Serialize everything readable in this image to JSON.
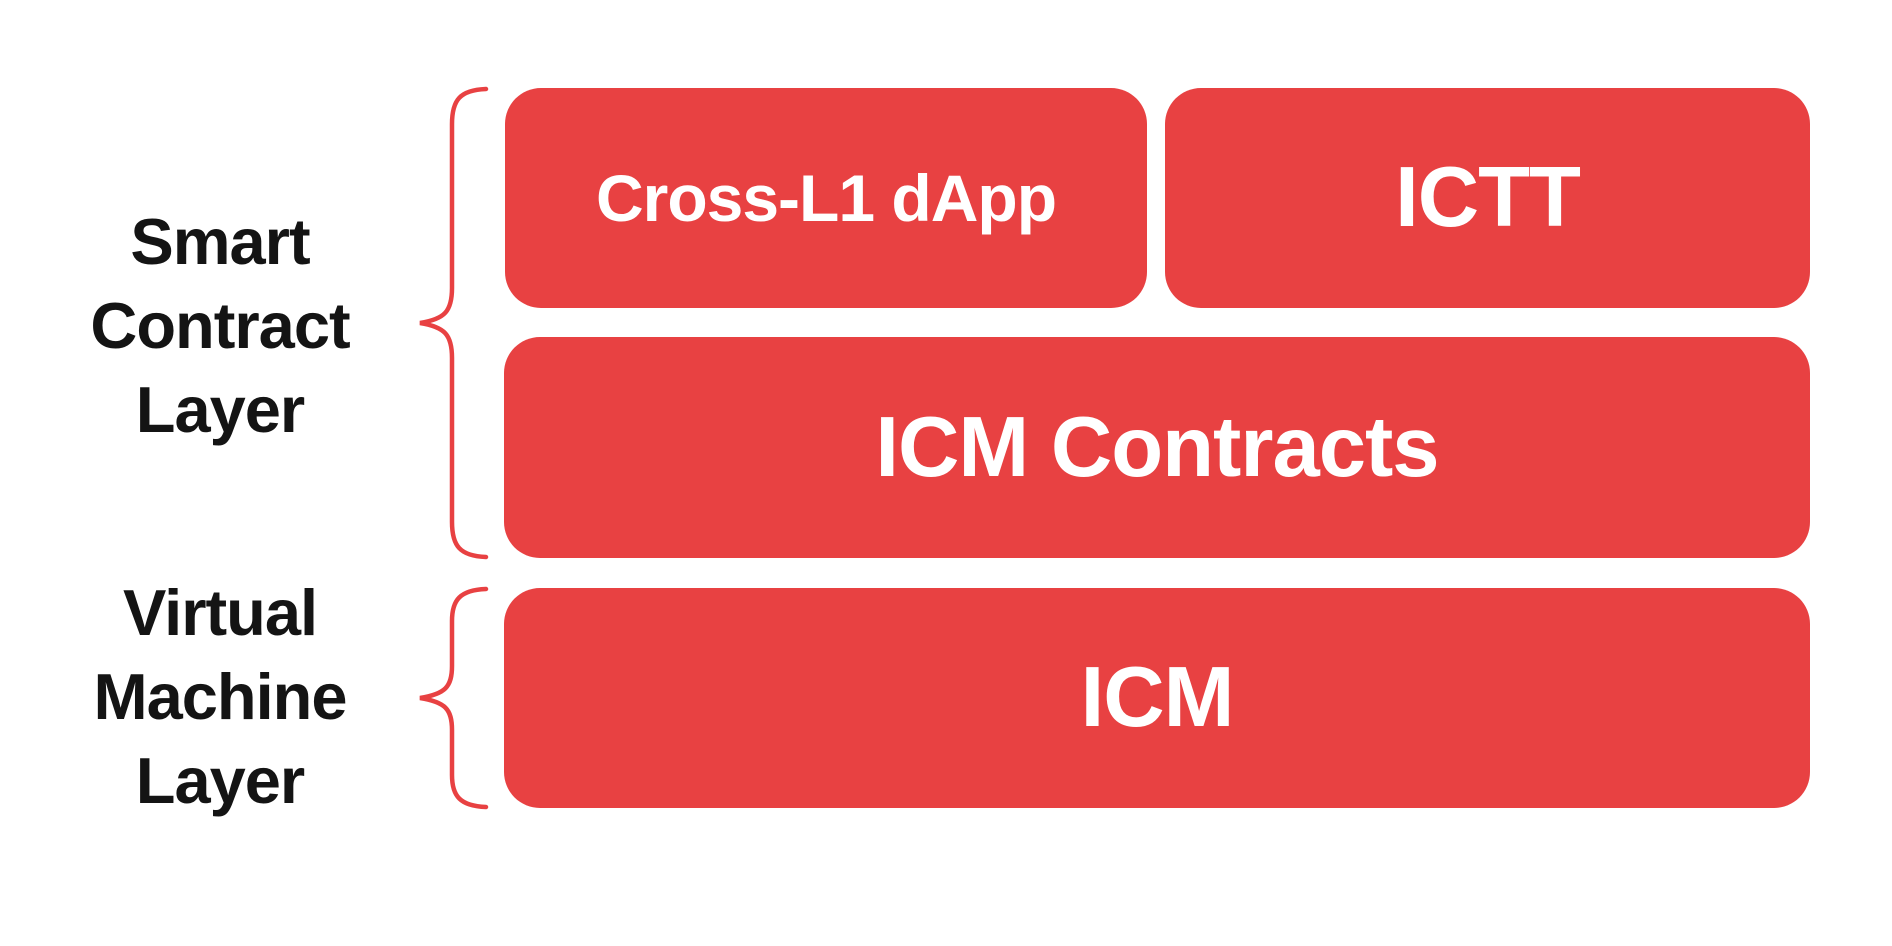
{
  "colors": {
    "background": "#FFFFFF",
    "box_red": "#E84142",
    "brace_red": "#E84142",
    "text_dark": "#141414",
    "box_text": "#FFFFFF"
  },
  "layer_groups": [
    {
      "label": "Smart Contract Layer",
      "label_lines": [
        "Smart",
        "Contract",
        "Layer"
      ],
      "boxes": [
        "Cross-L1 dApp",
        "ICTT",
        "ICM Contracts"
      ]
    },
    {
      "label": "Virtual Machine Layer",
      "label_lines": [
        "Virtual",
        "Machine",
        "Layer"
      ],
      "boxes": [
        "ICM"
      ]
    }
  ]
}
